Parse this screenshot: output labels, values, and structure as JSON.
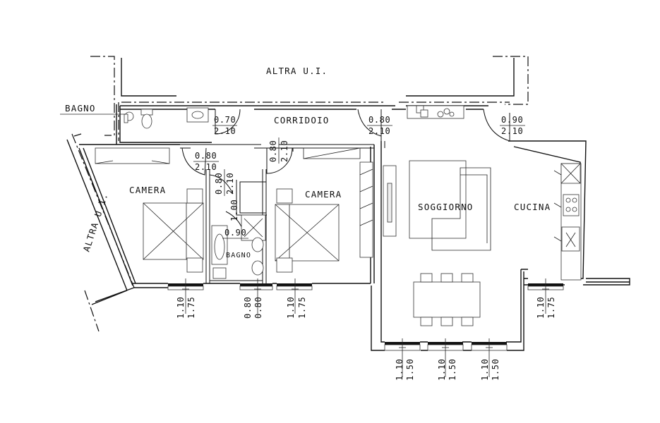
{
  "rooms": {
    "altra_ui_top": "ALTRA U.I.",
    "altra_ui_left": "ALTRA U.I.",
    "bagno_top": "BAGNO",
    "corridoio": "CORRIDOIO",
    "camera_left": "CAMERA",
    "camera_right": "CAMERA",
    "bagno_small": "BAGNO",
    "soggiorno": "SOGGIORNO",
    "cucina": "CUCINA"
  },
  "doors": {
    "bagno_top": {
      "w": "0.70",
      "h": "2.10"
    },
    "camera1": {
      "w": "0.80",
      "h": "2.10"
    },
    "camera2_vert": {
      "w": "0.80",
      "h": "2.10"
    },
    "corridoio": {
      "w": "0.80",
      "h": "2.10"
    },
    "cucina": {
      "w": "0.90",
      "h": "2.10"
    },
    "bagno_small_vert": {
      "w": "0.80",
      "h": "2.10"
    },
    "bagno_inner_a": "1.00",
    "bagno_inner_b": "0.90"
  },
  "windows": [
    {
      "a": "1.10",
      "b": "1.75"
    },
    {
      "a": "0.80",
      "b": "0.80"
    },
    {
      "a": "1.10",
      "b": "1.75"
    },
    {
      "a": "1.10",
      "b": "1.75"
    },
    {
      "a": "1.10",
      "b": "1.50"
    },
    {
      "a": "1.10",
      "b": "1.50"
    },
    {
      "a": "1.10",
      "b": "1.50"
    }
  ]
}
